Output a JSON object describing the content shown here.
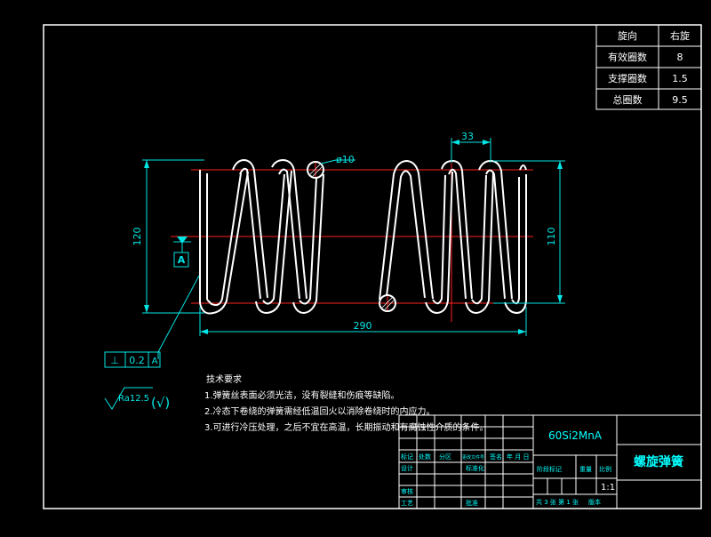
{
  "colors": {
    "background": "#000000",
    "frame": "#ffffff",
    "spring": "#ffffff",
    "center_line": "#ff2020",
    "dimension": "#00e5e5",
    "annotation_text": "#ffffff",
    "table_text": "#00ffff"
  },
  "spec_table": {
    "rows": [
      {
        "label": "旋向",
        "value": "右旋"
      },
      {
        "label": "有效圈数",
        "value": "8"
      },
      {
        "label": "支撑圈数",
        "value": "1.5"
      },
      {
        "label": "总圈数",
        "value": "9.5"
      }
    ]
  },
  "dimensions": {
    "height_left": "120",
    "height_right": "110",
    "pitch": "33",
    "wire_diameter": "ø10",
    "length": "290",
    "datum": "A"
  },
  "tolerance_frame": {
    "symbol": "⊥",
    "value": "0.2",
    "datum": "A"
  },
  "roughness": {
    "value": "Ra12.5",
    "suffix": "(√)"
  },
  "tech_requirements": {
    "title": "技术要求",
    "items": [
      "1.弹簧丝表面必须光洁，没有裂缝和伤痕等缺陷。",
      "2.冷态下卷绕的弹簧需经低温回火以消除卷绕时的内应力。",
      "3.可进行冷压处理，之后不宜在高温，长期振动和有腐蚀性介质的条件。"
    ]
  },
  "title_block": {
    "material": "60Si2MnA",
    "part_name": "螺旋弹簧",
    "header_cells": [
      "标记",
      "处数",
      "分区",
      "更改文件号",
      "签名",
      "年 月 日"
    ],
    "row_labels": [
      "设计",
      "审核",
      "工艺"
    ],
    "std_label": "标准化",
    "approve_label": "批准",
    "stage_label": "阶段标记",
    "weight_label": "重量",
    "scale_label": "比例",
    "scale_value": "1:1",
    "sheet_info": "共 3 张 第 1 张",
    "version_label": "版本"
  }
}
